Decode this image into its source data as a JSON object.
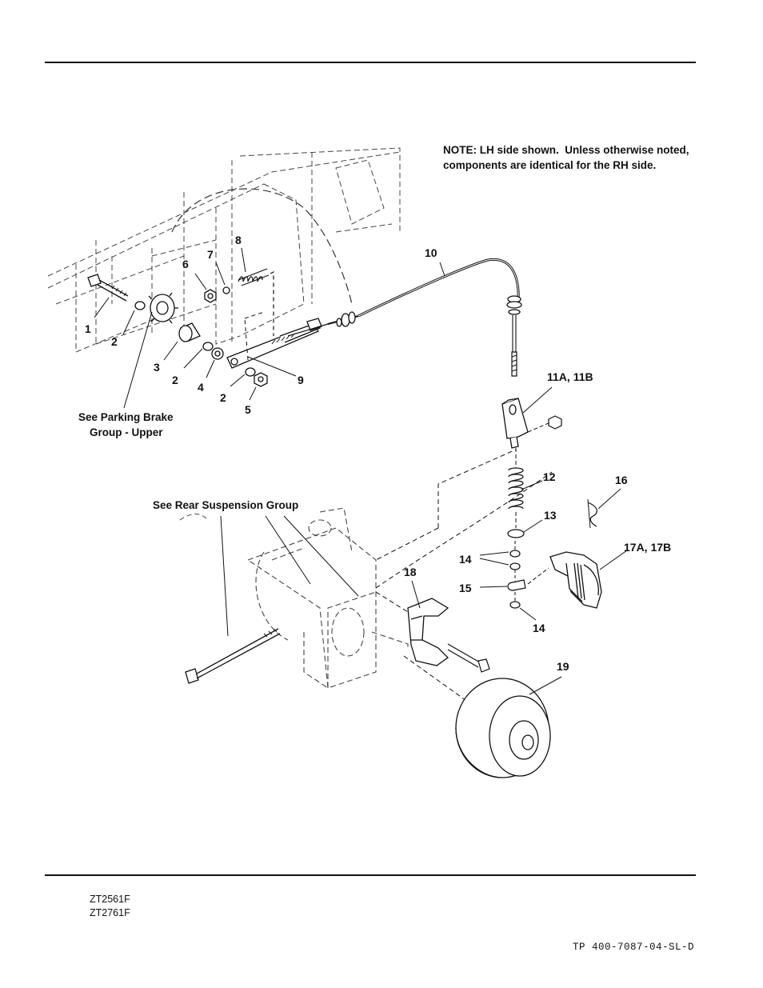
{
  "note": {
    "line1": "NOTE: LH side shown.  Unless otherwise noted,",
    "line2": "components are identical for the RH side."
  },
  "callouts": {
    "c1": "1",
    "c2a": "2",
    "c2b": "2",
    "c2c": "2",
    "c3": "3",
    "c4": "4",
    "c5": "5",
    "c6": "6",
    "c7": "7",
    "c8": "8",
    "c9": "9",
    "c10": "10",
    "c11": "11A, 11B",
    "c12": "12",
    "c13": "13",
    "c14a": "14",
    "c14b": "14",
    "c15": "15",
    "c16": "16",
    "c17": "17A, 17B",
    "c18": "18",
    "c19": "19"
  },
  "references": {
    "parking_line1": "See Parking Brake",
    "parking_line2": "Group - Upper",
    "rear_suspension": "See Rear Suspension Group"
  },
  "footer": {
    "model1": "ZT2561F",
    "model2": "ZT2761F",
    "doc_number": "TP 400-7087-04-SL-D"
  }
}
